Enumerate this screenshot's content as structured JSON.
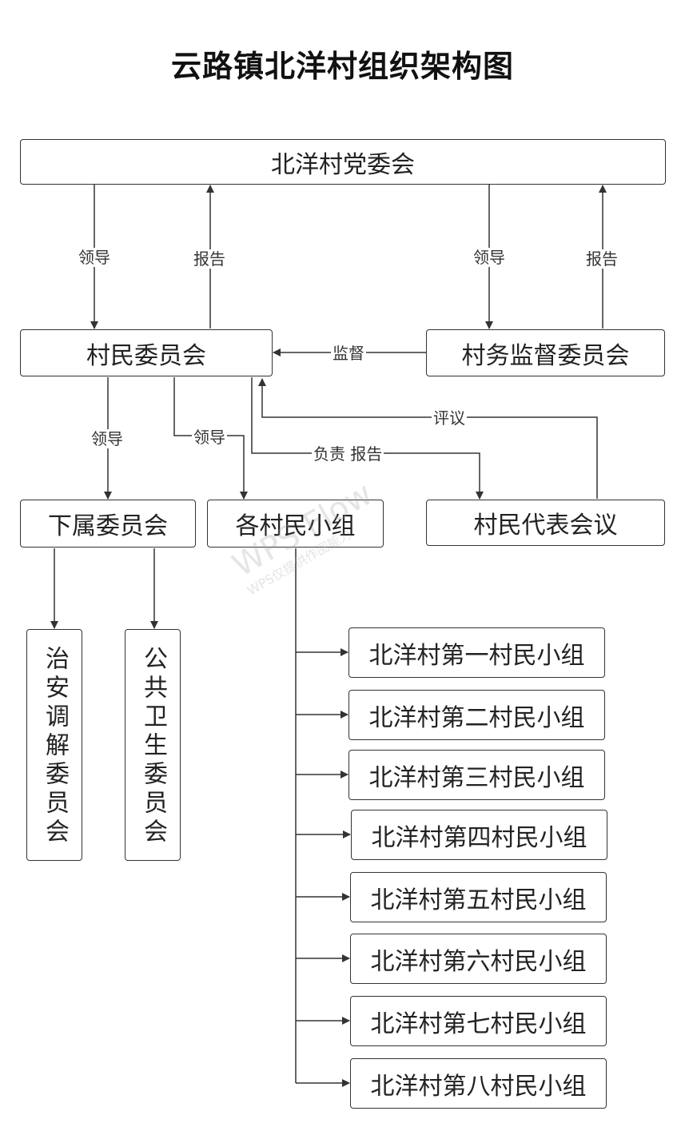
{
  "title": "云路镇北洋村组织架构图",
  "nodes": {
    "party_committee": "北洋村党委会",
    "village_committee": "村民委员会",
    "supervision_committee": "村务监督委员会",
    "sub_committees": "下属委员会",
    "villager_groups": "各村民小组",
    "representatives_meeting": "村民代表会议",
    "mediation_committee": "治安调解委员会",
    "health_committee": "公共卫生委员会",
    "groups": [
      "北洋村第一村民小组",
      "北洋村第二村民小组",
      "北洋村第三村民小组",
      "北洋村第四村民小组",
      "北洋村第五村民小组",
      "北洋村第六村民小组",
      "北洋村第七村民小组",
      "北洋村第八村民小组"
    ]
  },
  "edge_labels": {
    "lead": "领导",
    "report": "报告",
    "supervise": "监督",
    "review": "评议",
    "responsible_report": "负责 报告"
  },
  "watermark": {
    "main": "WPS Flow",
    "sub": "WPS仅提供作图能力"
  },
  "colors": {
    "line": "#333333",
    "text": "#222222",
    "background": "#ffffff"
  }
}
